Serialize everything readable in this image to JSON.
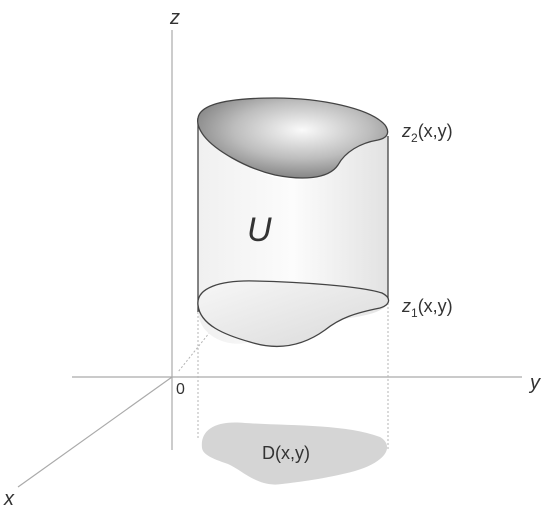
{
  "axes": {
    "x": "x",
    "y": "y",
    "z": "z",
    "origin": "0"
  },
  "region_label": "U",
  "top_surface": {
    "name": "z",
    "sub": "2",
    "args": "(x,y)"
  },
  "bottom_surface": {
    "name": "z",
    "sub": "1",
    "args": "(x,y)"
  },
  "domain_label": "D(x,y)"
}
